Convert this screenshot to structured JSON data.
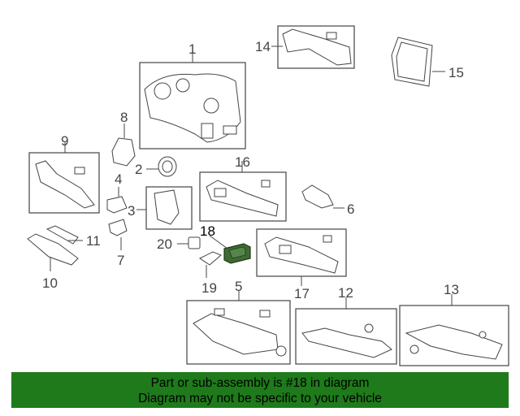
{
  "callouts": {
    "c1": "1",
    "c2": "2",
    "c3": "3",
    "c4": "4",
    "c5": "5",
    "c6": "6",
    "c7": "7",
    "c8": "8",
    "c9": "9",
    "c10": "10",
    "c11": "11",
    "c12": "12",
    "c13": "13",
    "c14": "14",
    "c15": "15",
    "c16": "16",
    "c17": "17",
    "c18": "18",
    "c19": "19",
    "c20": "20"
  },
  "highlight_color": "#3f6b33",
  "banner": {
    "color": "#1e7a1a",
    "line1": "Part or sub-assembly is #18 in diagram",
    "line2": "Diagram may not be specific to your vehicle"
  }
}
